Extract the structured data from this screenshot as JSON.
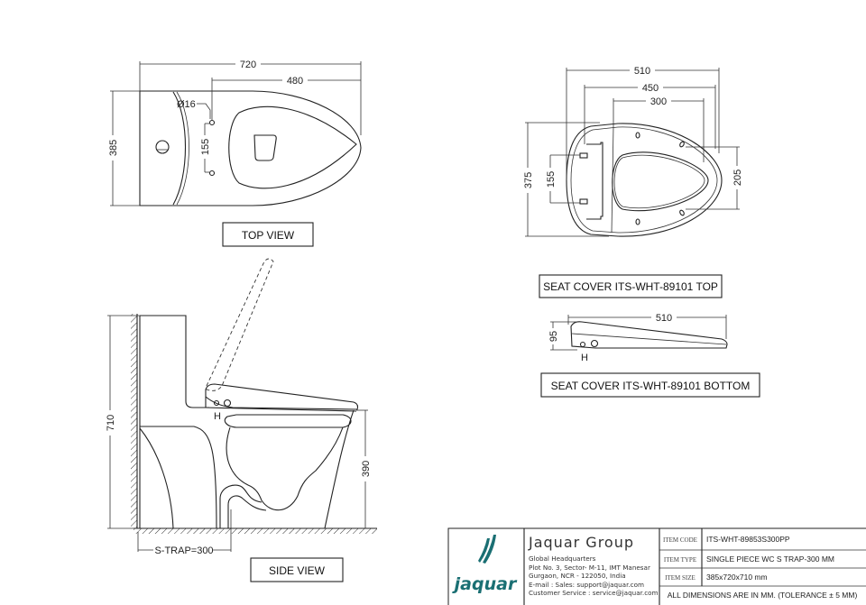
{
  "top_view": {
    "label": "TOP VIEW",
    "dims": {
      "length": "720",
      "outlet_distance": "480",
      "width": "385",
      "hole_diameter": "Ø16",
      "hole_spacing": "155"
    }
  },
  "side_view": {
    "label": "SIDE VIEW",
    "dims": {
      "height": "710",
      "seat_height": "390",
      "trap": "S-TRAP=300"
    }
  },
  "seat_top": {
    "label": "SEAT COVER ITS-WHT-89101 TOP",
    "dims": {
      "length": "510",
      "length_inner": "450",
      "opening": "300",
      "width": "375",
      "mount_spacing": "155",
      "opening_width": "205"
    }
  },
  "seat_bottom": {
    "label": "SEAT COVER ITS-WHT-89101 BOTTOM",
    "dims": {
      "length": "510",
      "height": "95"
    }
  },
  "title_block": {
    "logo_text": "jaquar",
    "brand_color": "#1a6f73",
    "company": "Jaquar Group",
    "address_lines": [
      "Global Headquarters",
      "Plot No. 3, Sector- M-11, IMT Manesar",
      "Gurgaon, NCR - 122050, India",
      "E-mail : Sales: support@jaquar.com",
      "Customer Service : service@jaquar.com"
    ],
    "rows": [
      {
        "key": "ITEM CODE",
        "value": "ITS-WHT-89853S300PP"
      },
      {
        "key": "ITEM TYPE",
        "value": "SINGLE PIECE WC S TRAP-300 MM"
      },
      {
        "key": "ITEM SIZE",
        "value": "385x720x710 mm"
      }
    ],
    "note": "ALL DIMENSIONS ARE IN MM. (TOLERANCE ± 5 MM)"
  }
}
